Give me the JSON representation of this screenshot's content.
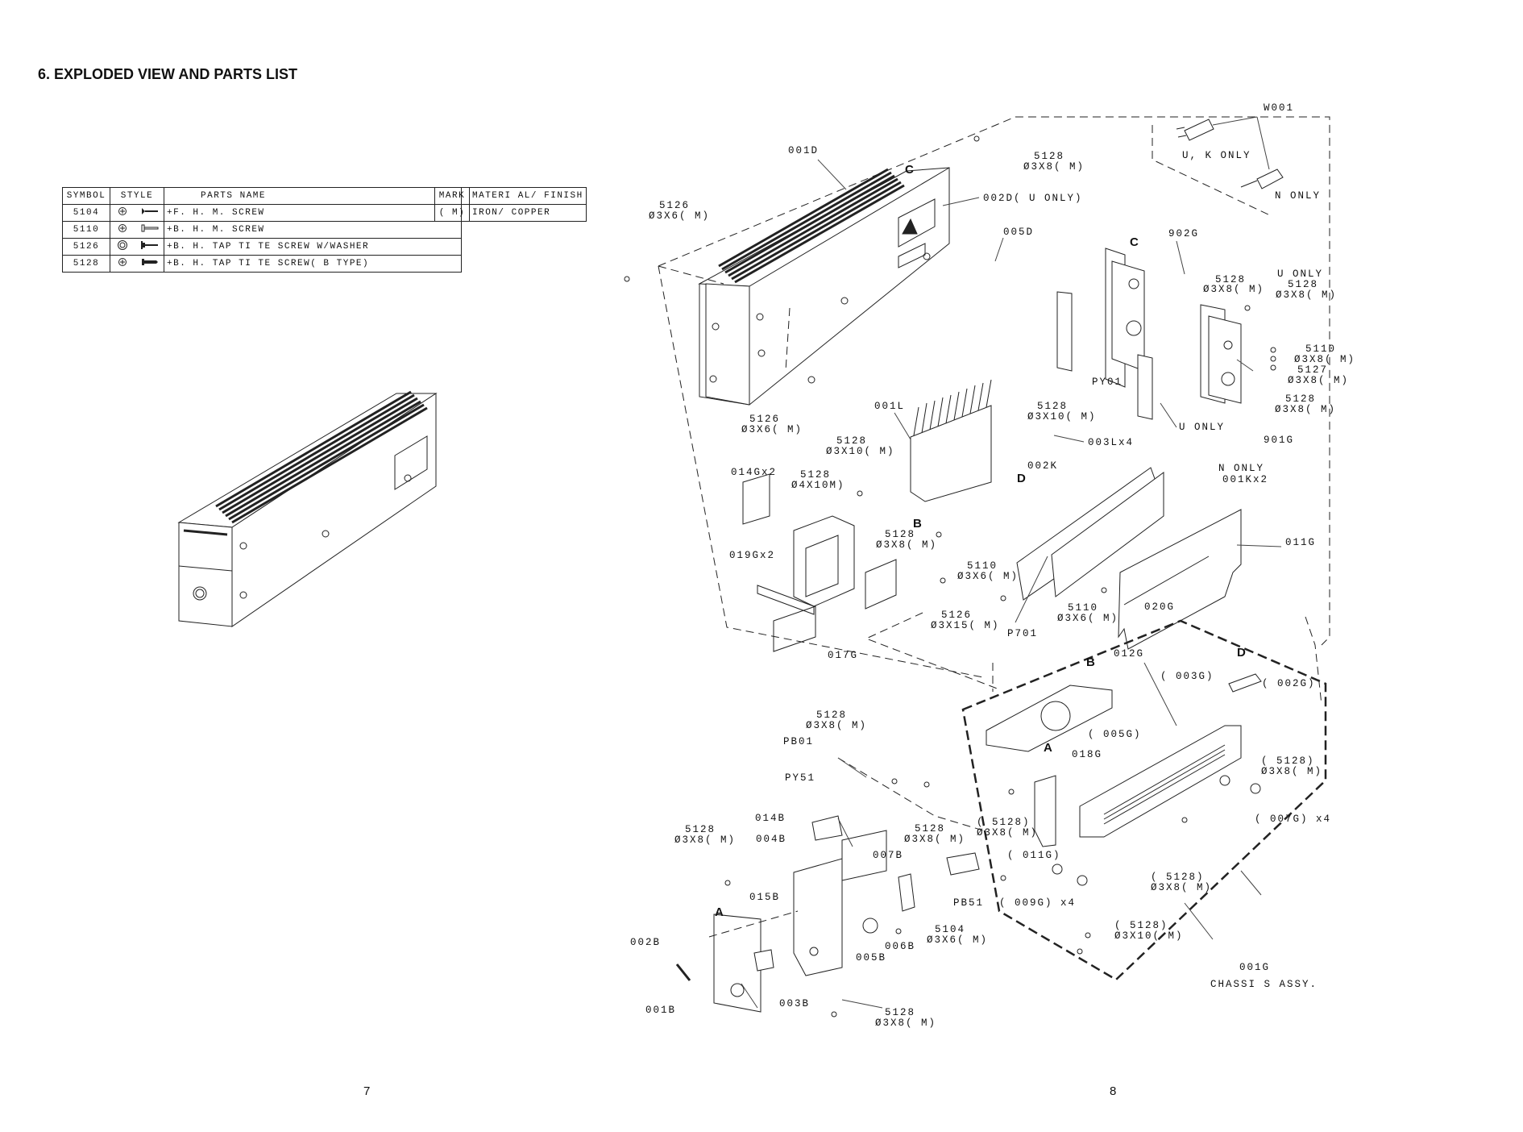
{
  "heading": "6. EXPLODED VIEW AND PARTS LIST",
  "symbol_table": {
    "headers": [
      "SYMBOL",
      "STYLE",
      "PARTS NAME"
    ],
    "rows": [
      {
        "symbol": "5104",
        "name": "+F. H. M. SCREW"
      },
      {
        "symbol": "5110",
        "name": "+B. H. M. SCREW"
      },
      {
        "symbol": "5126",
        "name": "+B. H. TAP TI TE SCREW W/WASHER"
      },
      {
        "symbol": "5128",
        "name": "+B. H. TAP TI TE SCREW( B TYPE)"
      }
    ]
  },
  "mark_table": {
    "headers": [
      "MARK",
      "MATERI AL/ FINISH"
    ],
    "rows": [
      {
        "mark": "( M)",
        "material": "IRON/ COPPER"
      }
    ]
  },
  "page_numbers": {
    "left": "7",
    "right": "8"
  },
  "callouts": {
    "c001d": "001D",
    "c5128_top": "5128",
    "c5128_top_size": "Ø3X8( M)",
    "c002d": "002D( U ONLY)",
    "c005d": "005D",
    "c5126_left": "5126",
    "c5126_left_size": "Ø3X6( M)",
    "w001": "W001",
    "uk_only": "U, K ONLY",
    "n_only_plug": "N ONLY",
    "c902g": "902G",
    "c5128_902": "5128",
    "c5128_902_size": "Ø3X8( M)",
    "u_only_top": "U ONLY",
    "c5128_u": "5128",
    "c5128_u_size": "Ø3X8( M)",
    "c5110_r": "5110",
    "c5110_r_size": "Ø3X8( M)",
    "c5127": "5127",
    "c5127_size": "Ø3X8( M)",
    "c5128_r2": "5128",
    "c5128_r2_size": "Ø3X8( M)",
    "py01": "PY01",
    "u_only_bottom": "U ONLY",
    "c901g": "901G",
    "c5126_mid": "5126",
    "c5126_mid_size": "Ø3X6( M)",
    "c001l": "001L",
    "c5128_h": "5128",
    "c5128_h_size": "Ø3X10( M)",
    "c5128_hs": "5128",
    "c5128_hs_size": "Ø3X10( M)",
    "c003l": "003Lx4",
    "c002k": "002K",
    "n_only_mid": "N ONLY",
    "c001k": "001Kx2",
    "c014g": "014Gx2",
    "c5128_tr": "5128",
    "c5128_tr_size": "Ø4X10M)",
    "c5128_b": "5128",
    "c5128_b_size": "Ø3X8( M)",
    "c019g": "019Gx2",
    "c5110_m": "5110",
    "c5110_m_size": "Ø3X6( M)",
    "c011g": "011G",
    "c5126_b": "5126",
    "c5126_b_size": "Ø3X15( M)",
    "c5110_b": "5110",
    "c5110_b_size": "Ø3X6( M)",
    "c020g": "020G",
    "p701": "P701",
    "c017g": "017G",
    "c012g": "012G",
    "c003g": "( 003G)",
    "c002g": "( 002G)",
    "c5128_pb": "5128",
    "c5128_pb_size": "Ø3X8( M)",
    "pb01": "PB01",
    "c005g": "( 005G)",
    "c018g": "018G",
    "py51": "PY51",
    "c5128_cr": "( 5128)",
    "c5128_cr_size": "Ø3X8( M)",
    "c014b": "014B",
    "c5128_cl": "( 5128)",
    "c5128_cl_size": "Ø3X8( M)",
    "c007g": "( 007G) x4",
    "c5128_f": "5128",
    "c5128_f_size": "Ø3X8( M)",
    "c5128_lf": "5128",
    "c5128_lf_size": "Ø3X8( M)",
    "c004b": "004B",
    "c011g_p": "( 011G)",
    "c007b": "007B",
    "c5128_cb": "( 5128)",
    "c5128_cb_size": "Ø3X8( M)",
    "c015b": "015B",
    "pb51": "PB51",
    "c009g": "( 009G) x4",
    "c5104": "5104",
    "c5104_size": "Ø3X6( M)",
    "c5128_cx": "( 5128)",
    "c5128_cx_size": "Ø3X10( M)",
    "c002b": "002B",
    "c006b": "006B",
    "c005b": "005B",
    "c001g": "001G",
    "chassis_assy": "CHASSI S ASSY.",
    "c003b": "003B",
    "c001b": "001B",
    "c5128_bot": "5128",
    "c5128_bot_size": "Ø3X8( M)"
  },
  "markers": {
    "a": "A",
    "b": "B",
    "c": "C",
    "d": "D"
  }
}
